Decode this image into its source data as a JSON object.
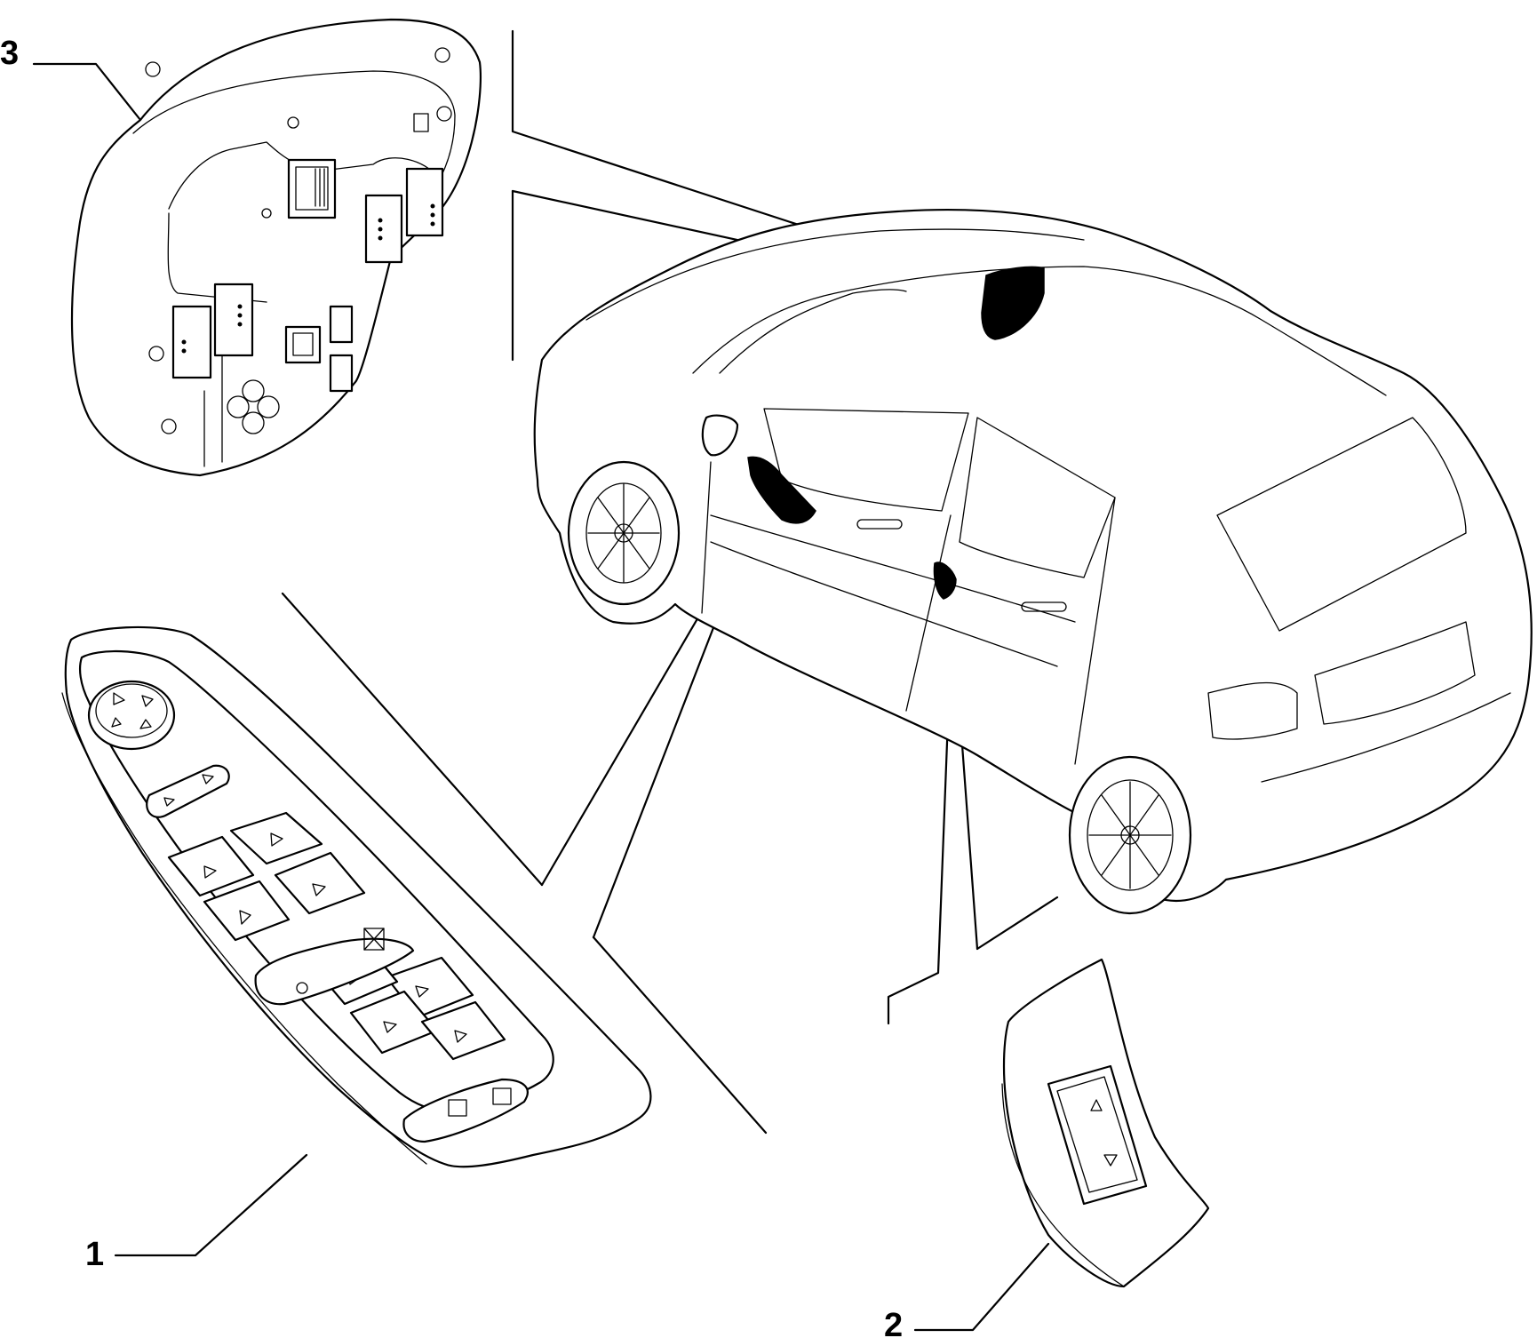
{
  "callouts": [
    {
      "id": "1",
      "label": "1"
    },
    {
      "id": "2",
      "label": "2"
    },
    {
      "id": "3",
      "label": "3"
    }
  ],
  "icons": {
    "arrow_up": "▷",
    "arrow_down": "▽",
    "arrow_up_alt": "△",
    "arrow_down_alt": "▽",
    "dot": "○"
  }
}
